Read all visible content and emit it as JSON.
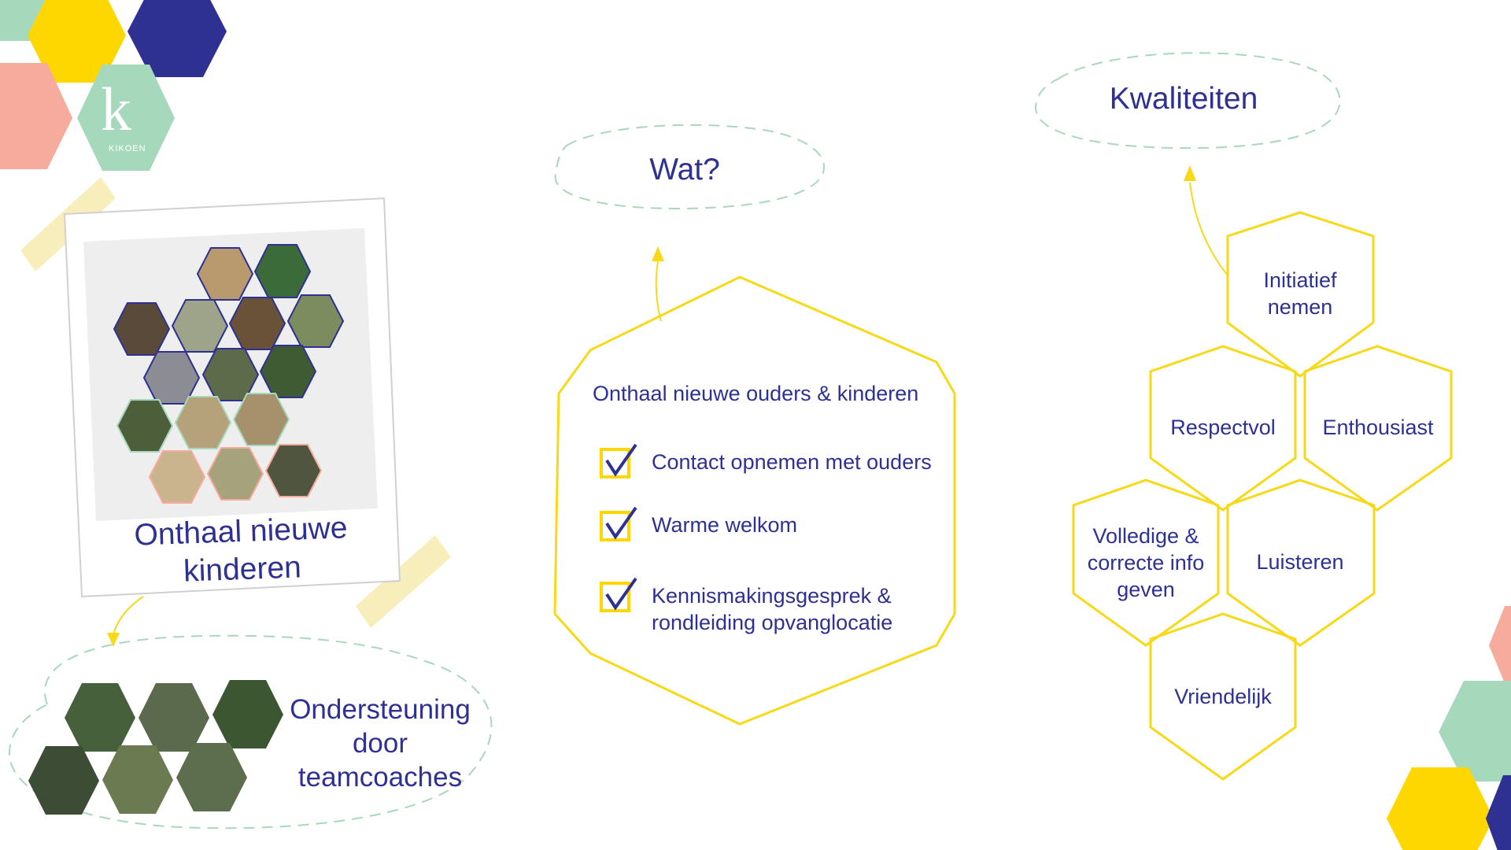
{
  "logo": {
    "letter": "k",
    "name": "KIKOEN"
  },
  "polaroid": {
    "caption_line1": "Onthaal nieuwe",
    "caption_line2": "kinderen"
  },
  "support": {
    "line1": "Ondersteuning",
    "line2": "door",
    "line3": "teamcoaches"
  },
  "wat": {
    "title": "Wat?",
    "heading": "Onthaal nieuwe ouders & kinderen",
    "items": [
      {
        "line1": "Contact opnemen met ouders",
        "line2": ""
      },
      {
        "line1": "Warme welkom",
        "line2": ""
      },
      {
        "line1": "Kennismakingsgesprek &",
        "line2": "rondleiding opvanglocatie"
      }
    ]
  },
  "kwaliteiten": {
    "title": "Kwaliteiten",
    "items": [
      {
        "line1": "Initiatief",
        "line2": "nemen",
        "line3": ""
      },
      {
        "line1": "Respectvol",
        "line2": "",
        "line3": ""
      },
      {
        "line1": "Enthousiast",
        "line2": "",
        "line3": ""
      },
      {
        "line1": "Volledige &",
        "line2": "correcte info",
        "line3": "geven"
      },
      {
        "line1": "Luisteren",
        "line2": "",
        "line3": ""
      },
      {
        "line1": "Vriendelijk",
        "line2": "",
        "line3": ""
      }
    ]
  },
  "colors": {
    "navy": "#2e3192",
    "yellow": "#ffd700",
    "mint": "#a6d9bc",
    "salmon": "#f6ab9c",
    "dash_green": "#a8d8b9",
    "outline_yellow": "#f7d917"
  }
}
